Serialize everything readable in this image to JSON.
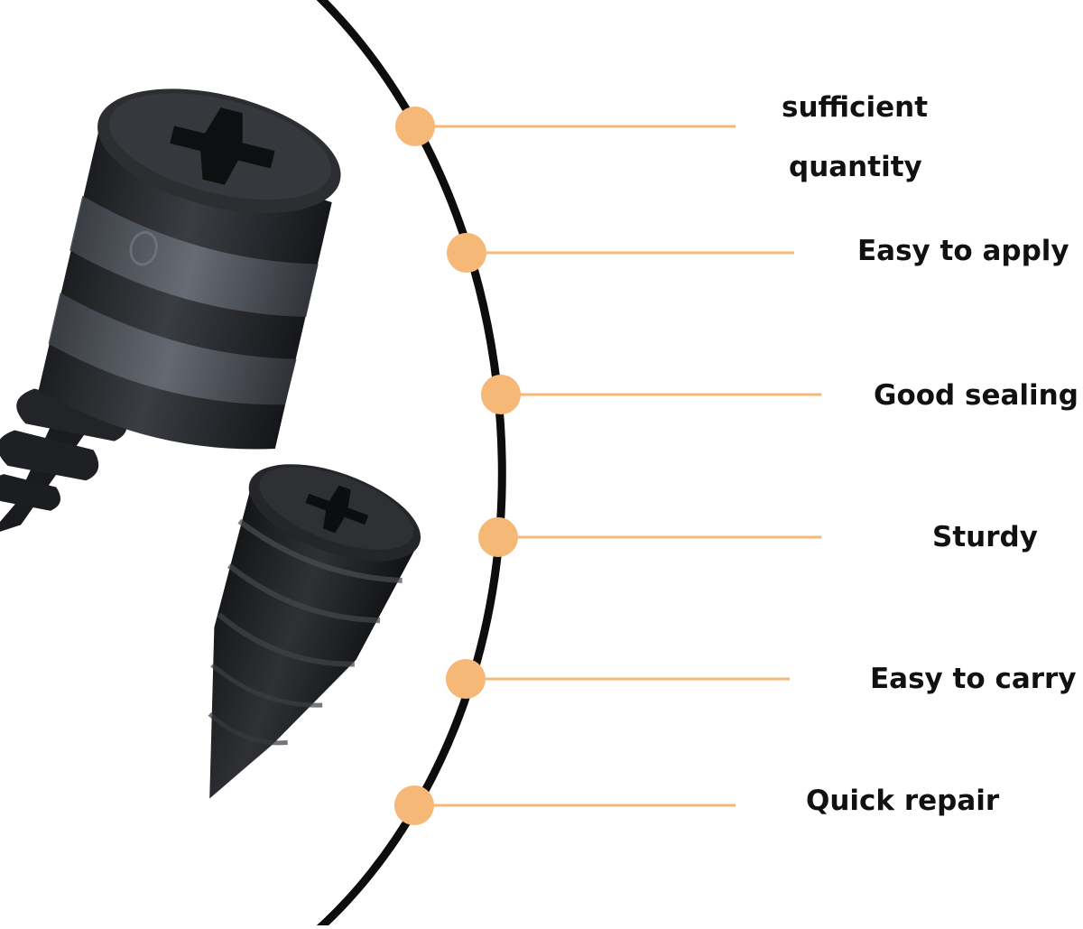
{
  "features": [
    {
      "id": "quantity",
      "line1": "sufficient",
      "line2": "quantity"
    },
    {
      "id": "apply",
      "label": "Easy to apply"
    },
    {
      "id": "sealing",
      "label": "Good sealing"
    },
    {
      "id": "sturdy",
      "label": "Sturdy"
    },
    {
      "id": "carry",
      "label": "Easy to carry"
    },
    {
      "id": "repair",
      "label": "Quick repair"
    }
  ],
  "colors": {
    "accent": "#f6b877",
    "arc": "#0d0d0d",
    "text": "#111111",
    "background": "#ffffff",
    "plug_body": "#2a2c30",
    "plug_band": "#5a5f66"
  },
  "icons": {
    "large_plug": "tire-repair-plug-icon",
    "small_plug": "tire-repair-screw-icon"
  }
}
